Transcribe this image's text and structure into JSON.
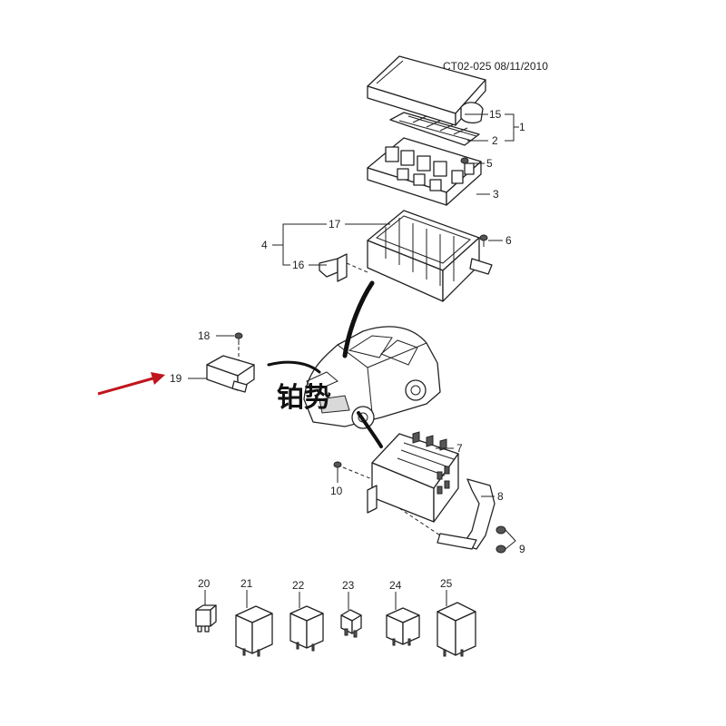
{
  "diagram_code": "CT02-025 08/11/2010",
  "callouts": {
    "c1": "1",
    "c2": "2",
    "c3": "3",
    "c4": "4",
    "c5": "5",
    "c6": "6",
    "c7": "7",
    "c8": "8",
    "c9": "9",
    "c10": "10",
    "c15": "15",
    "c16": "16",
    "c17": "17",
    "c18": "18",
    "c19": "19",
    "c20": "20",
    "c21": "21",
    "c22": "22",
    "c23": "23",
    "c24": "24",
    "c25": "25"
  },
  "watermark": "铂势",
  "colors": {
    "arrow": "#c0151b",
    "line": "#222222"
  }
}
